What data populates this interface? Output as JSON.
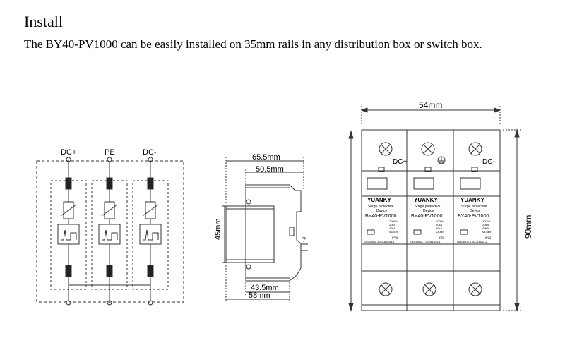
{
  "section": {
    "title": "Install",
    "text": "The BY40-PV1000 can be easily installed on 35mm rails in any distribution box or switch box."
  },
  "schematic": {
    "labels": [
      "DC+",
      "PE",
      "DC-"
    ]
  },
  "side_view": {
    "dim_overall_top": "65.5mm",
    "dim_body_top": "50.5mm",
    "dim_height": "45mm",
    "dim_depth_small": "7",
    "dim_bottom_inner": "43.5mm",
    "dim_bottom_outer": "58mm"
  },
  "front_view": {
    "dim_width": "54mm",
    "dim_height": "90mm",
    "module_labels": [
      "DC+",
      "",
      "DC-"
    ],
    "brand": "YUANKY",
    "product_line1": "Surge protective",
    "product_line2": "Device",
    "model": "BY40-PV1000",
    "spec_values": [
      "1000V",
      "20kA",
      "40kA",
      "≤3.8kV"
    ],
    "ip_rating": "IP20",
    "standards": "GB18802.1 IEC61643-1",
    "brand_color": "#1f9a3a"
  }
}
